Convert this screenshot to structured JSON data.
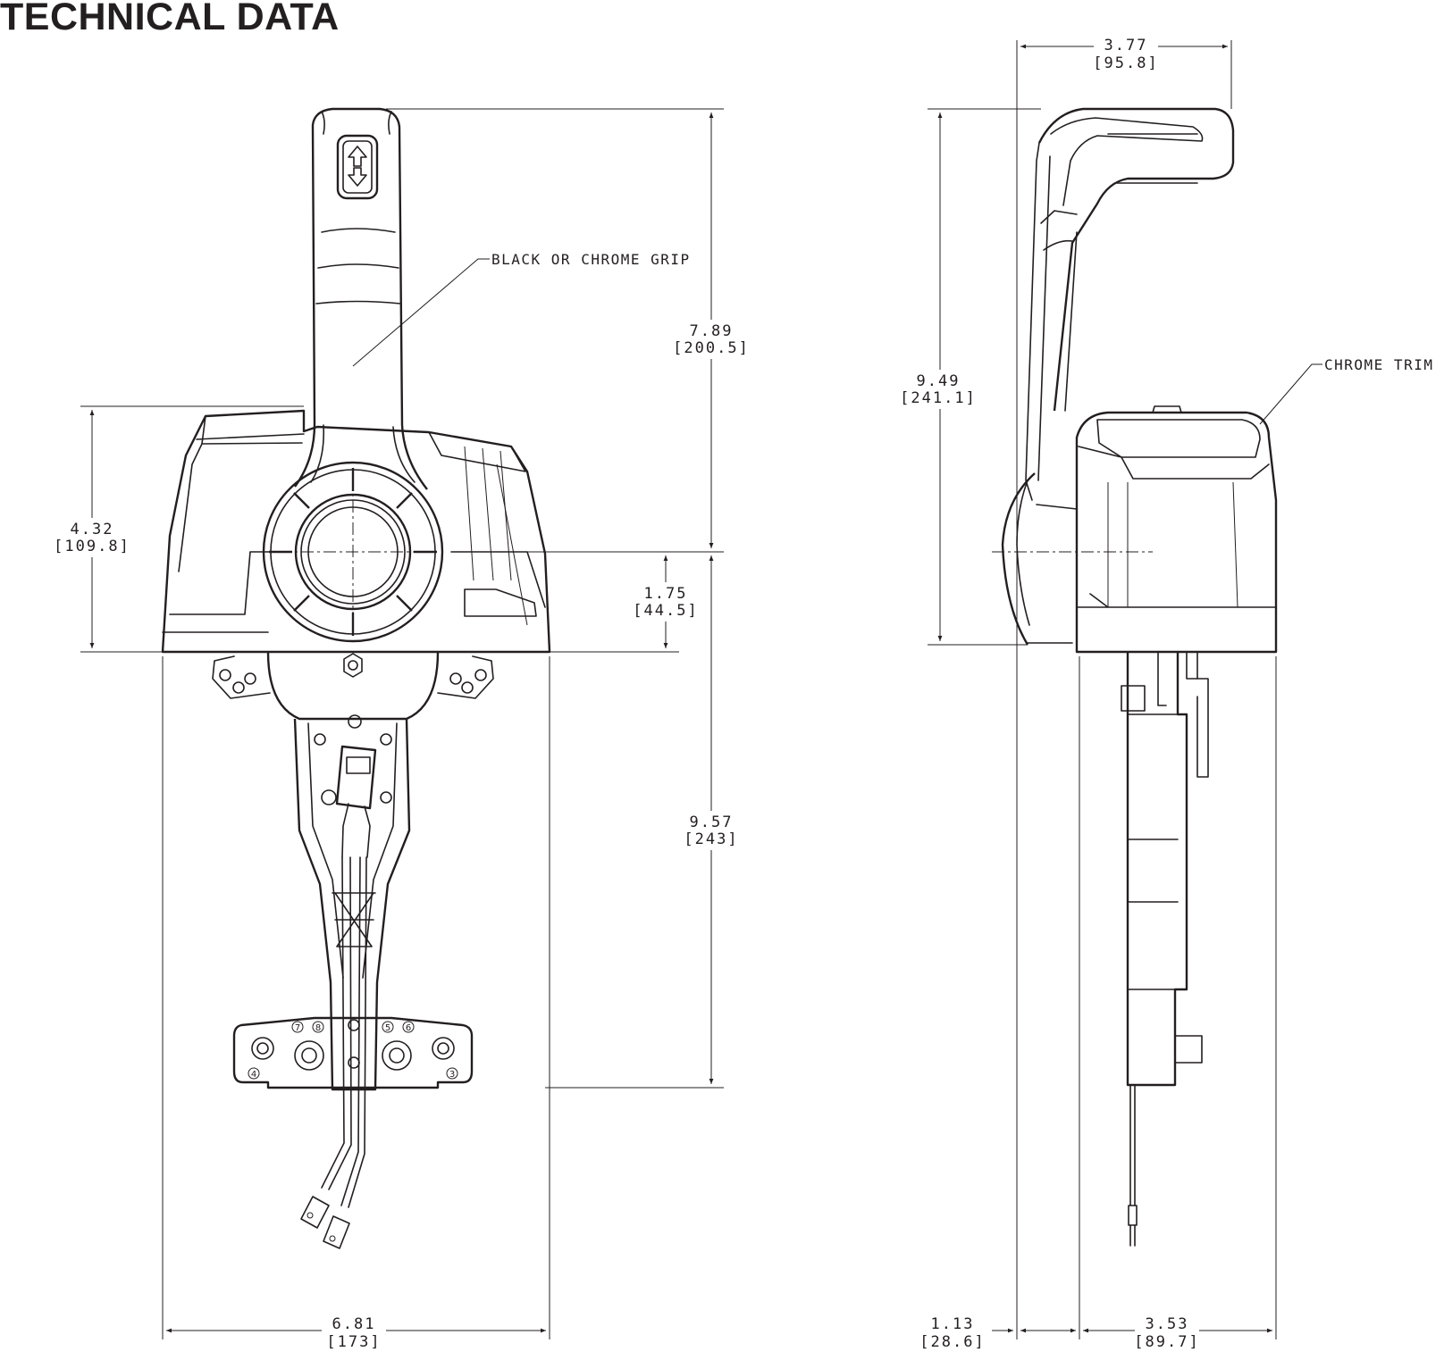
{
  "title": "TECHNICAL DATA",
  "callouts": {
    "grip": "BLACK OR CHROME GRIP",
    "trim": "CHROME TRIM"
  },
  "dimensions": {
    "front_housing_height": {
      "in": "4.32",
      "mm": "[109.8]"
    },
    "front_lever_height": {
      "in": "7.89",
      "mm": "[200.5]"
    },
    "front_pivot_height": {
      "in": "1.75",
      "mm": "[44.5]"
    },
    "front_below_deck": {
      "in": "9.57",
      "mm": "[243]"
    },
    "front_width": {
      "in": "6.81",
      "mm": "[173]"
    },
    "side_top_width": {
      "in": "3.77",
      "mm": "[95.8]"
    },
    "side_total_height": {
      "in": "9.49",
      "mm": "[241.1]"
    },
    "side_handle_offset": {
      "in": "1.13",
      "mm": "[28.6]"
    },
    "side_body_depth": {
      "in": "3.53",
      "mm": "[89.7]"
    }
  },
  "pin_numbers": [
    "7",
    "8",
    "5",
    "6",
    "4",
    "3"
  ]
}
